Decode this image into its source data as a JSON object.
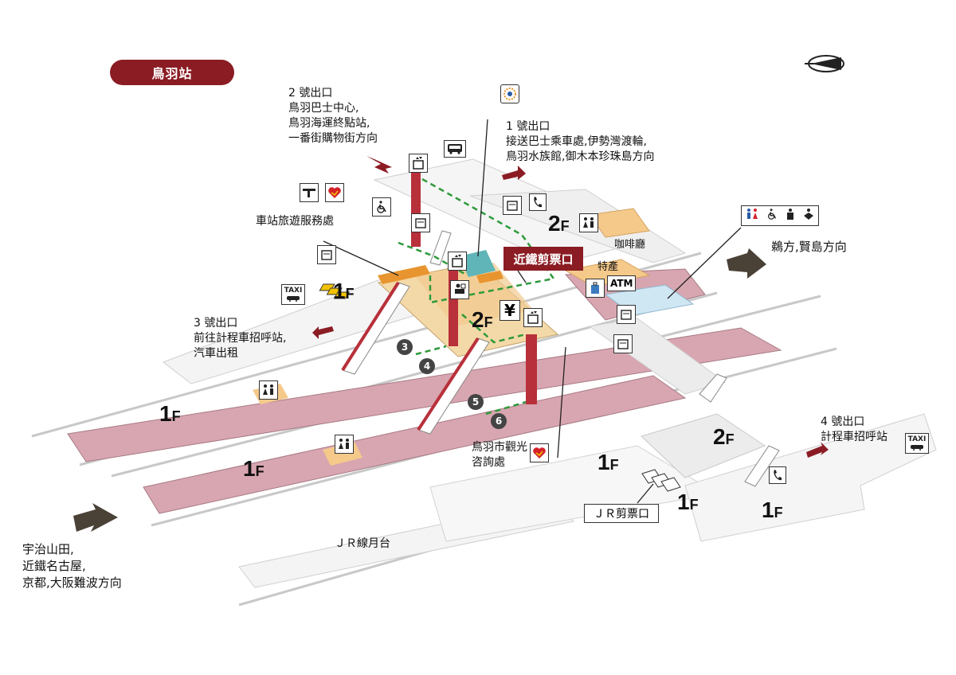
{
  "station": {
    "name": "鳥羽站"
  },
  "exits": {
    "exit1": "1 號出口\n接送巴士乘車處,伊勢灣渡輪,\n鳥羽水族館,御木本珍珠島方向",
    "exit2": "2 號出口\n鳥羽巴士中心,\n鳥羽海運終點站,\n一番街購物街方向",
    "exit3": "3 號出口\n前往計程車招呼站,\n汽車出租",
    "exit4": "4 號出口\n計程車招呼站"
  },
  "directions": {
    "west": "宇治山田,\n近鐵名古屋,\n京都,大阪難波方向",
    "east": "鵜方,賢島方向"
  },
  "facilities": {
    "tourist_service": "車站旅遊服務處",
    "tourist_info": "鳥羽市觀光\n咨詢處",
    "cafe": "咖啡廳",
    "souvenir": "特產",
    "atm": "ATM",
    "kintetsu_gate": "近鐵剪票口",
    "jr_gate": "ＪＲ剪票口",
    "jr_platform": "ＪＲ線月台",
    "yen": "¥",
    "taxi": "TAXI"
  },
  "platform_numbers": [
    "3",
    "4",
    "5",
    "6"
  ],
  "floors": {
    "ground": "1",
    "upper": "2",
    "suffix": "F"
  },
  "colors": {
    "brand": "#8b1c24",
    "platform": "#d8a6b0",
    "concourse": "#f4d9a8",
    "stair": "#b8303a",
    "path": "#2e9a3a",
    "shop_blue": "#cfe6f3",
    "shop_orange": "#f5c98a"
  }
}
